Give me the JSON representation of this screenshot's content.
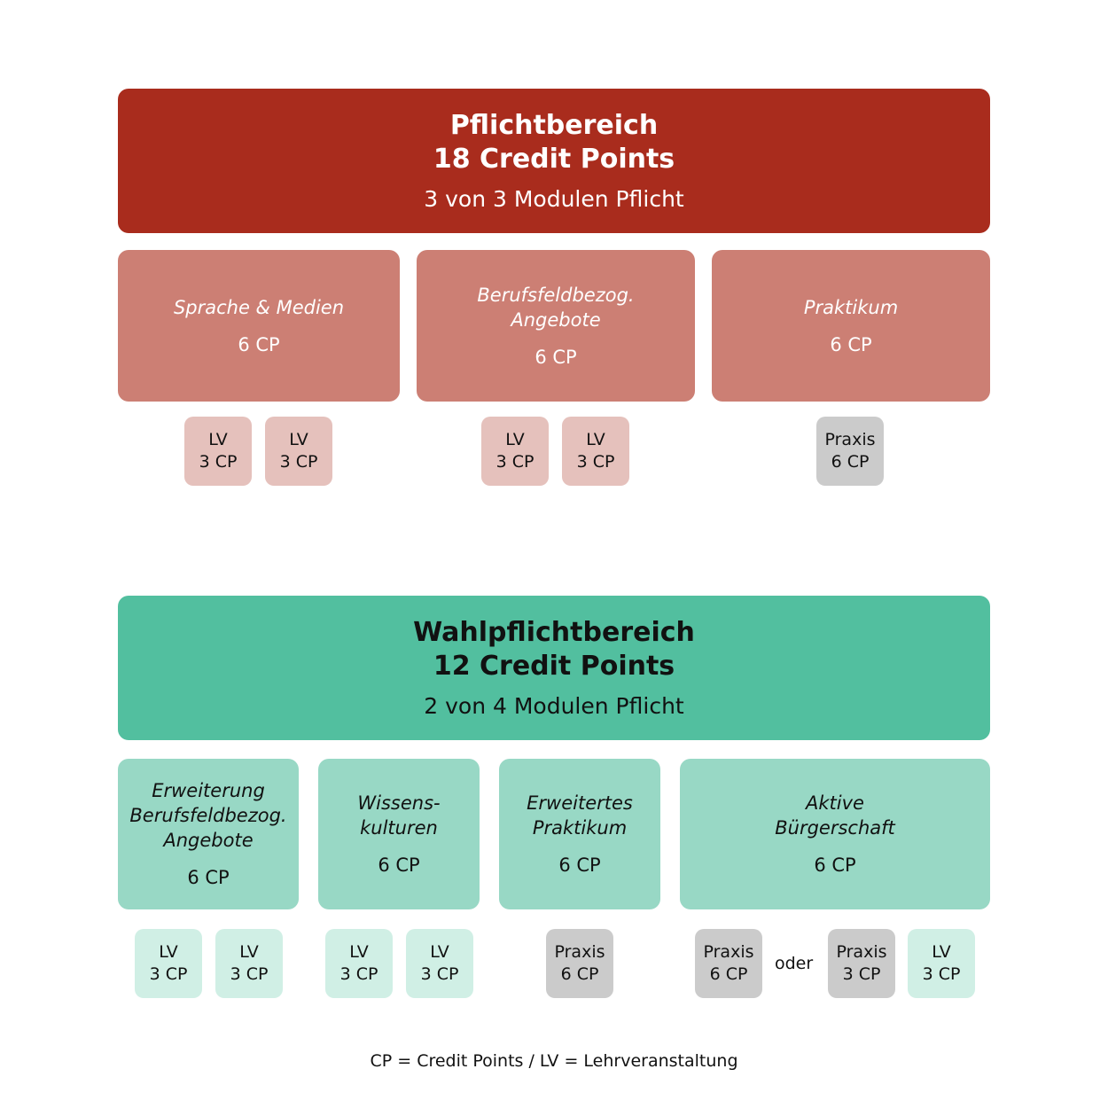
{
  "pflicht": {
    "title": "Pflichtbereich",
    "credits": "18 Credit Points",
    "rule": "3 von 3 Modulen Pflicht",
    "color": "#a92c1d",
    "modules": [
      {
        "name": "Sprache & Medien",
        "cp": "6 CP",
        "units": [
          {
            "type": "LV",
            "cp": "3 CP"
          },
          {
            "type": "LV",
            "cp": "3 CP"
          }
        ]
      },
      {
        "name": "Berufsfeldbezog.\nAngebote",
        "cp": "6 CP",
        "units": [
          {
            "type": "LV",
            "cp": "3 CP"
          },
          {
            "type": "LV",
            "cp": "3 CP"
          }
        ]
      },
      {
        "name": "Praktikum",
        "cp": "6 CP",
        "units": [
          {
            "type": "Praxis",
            "cp": "6 CP"
          }
        ]
      }
    ]
  },
  "wahlpflicht": {
    "title": "Wahlpflichtbereich",
    "credits": "12 Credit Points",
    "rule": "2 von 4 Modulen Pflicht",
    "color": "#52bf9f",
    "modules": [
      {
        "name": "Erweiterung\nBerufsfeldbezog.\nAngebote",
        "cp": "6 CP",
        "units": [
          {
            "type": "LV",
            "cp": "3 CP"
          },
          {
            "type": "LV",
            "cp": "3 CP"
          }
        ]
      },
      {
        "name": "Wissens-\nkulturen",
        "cp": "6 CP",
        "units": [
          {
            "type": "LV",
            "cp": "3 CP"
          },
          {
            "type": "LV",
            "cp": "3 CP"
          }
        ]
      },
      {
        "name": "Erweitertes\nPraktikum",
        "cp": "6 CP",
        "units": [
          {
            "type": "Praxis",
            "cp": "6 CP"
          }
        ]
      },
      {
        "name": "Aktive\nBürgerschaft",
        "cp": "6 CP",
        "units": [
          {
            "type": "Praxis",
            "cp": "6 CP"
          },
          {
            "type": "Praxis",
            "cp": "3 CP"
          },
          {
            "type": "LV",
            "cp": "3 CP"
          }
        ]
      }
    ],
    "or_label": "oder"
  },
  "legend": "CP = Credit Points  /  LV = Lehrveranstaltung"
}
